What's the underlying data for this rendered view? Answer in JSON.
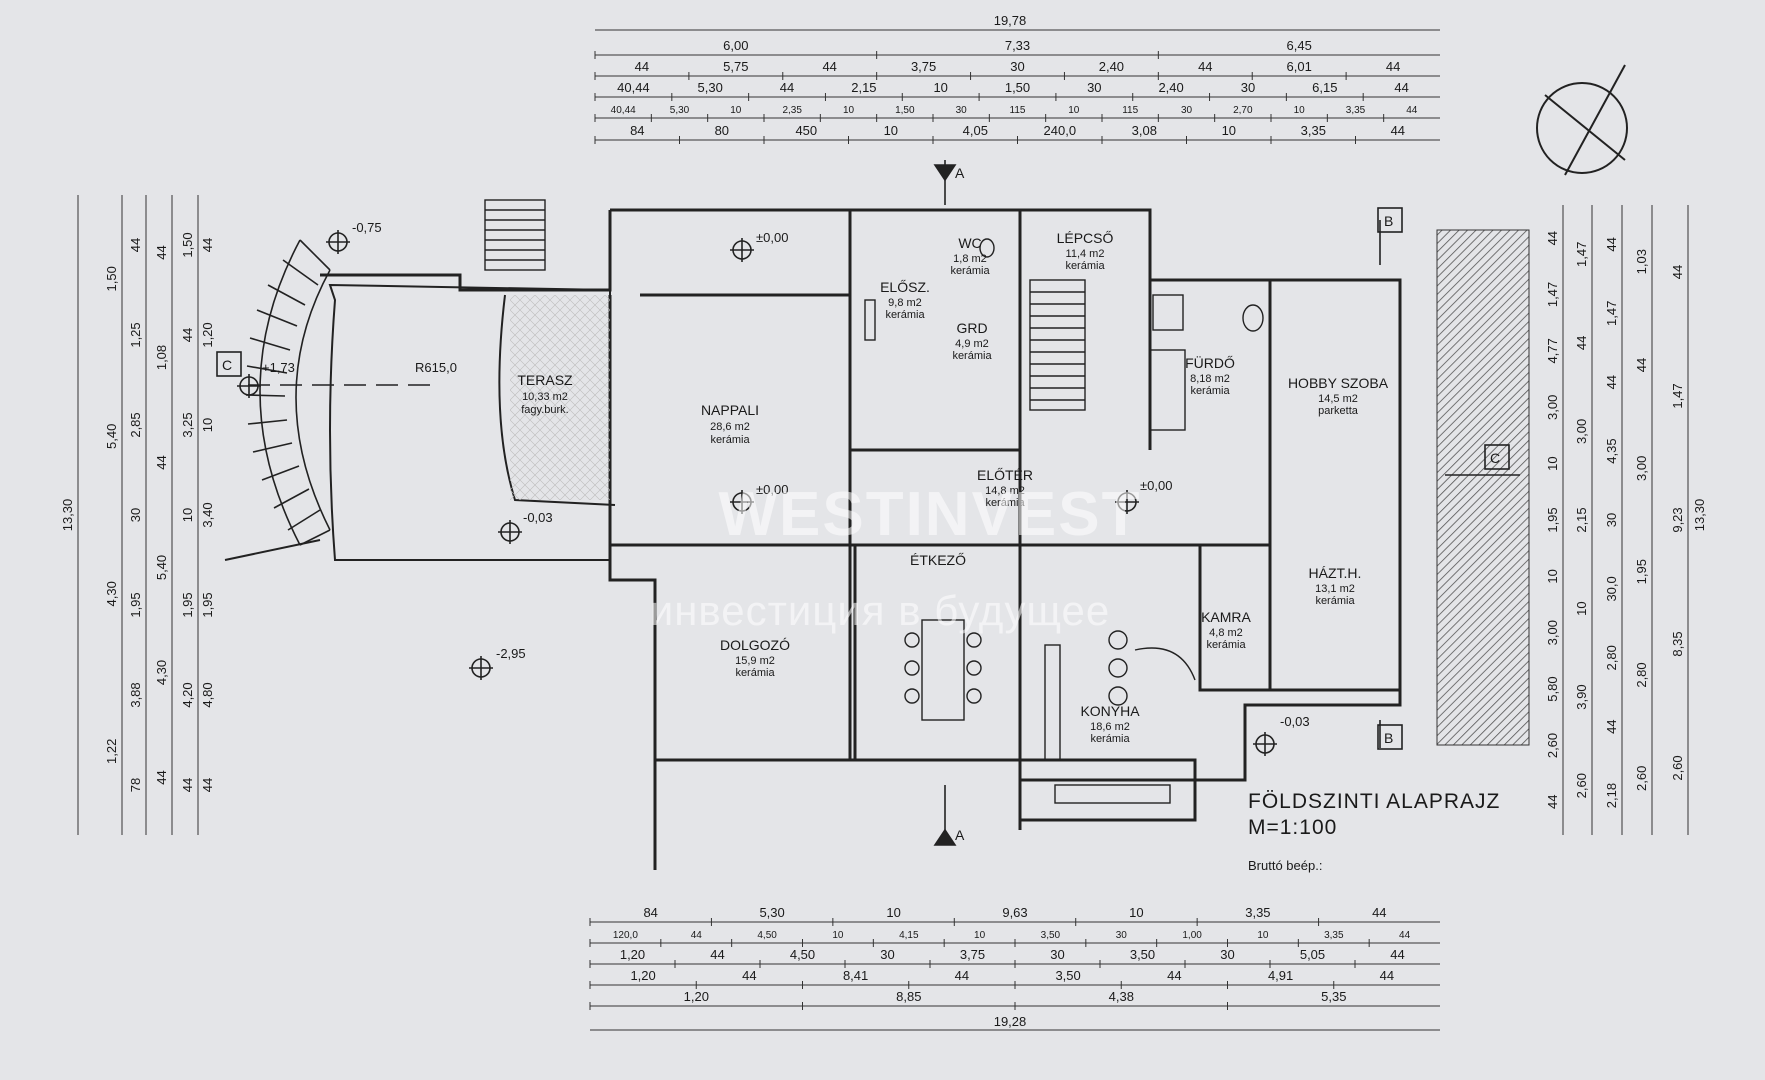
{
  "title": "FÖLDSZINTI ALAPRAJZ",
  "scale": "M=1:100",
  "footnote": "Bruttó beép.:",
  "watermark": {
    "brand": "WESTINVEST",
    "slogan": "инвестиция в будущее"
  },
  "rooms": [
    {
      "name": "TERASZ",
      "area": "10,33 m2",
      "floor": "fagy.burk."
    },
    {
      "name": "NAPPALI",
      "area": "28,6 m2",
      "floor": "kerámia"
    },
    {
      "name": "ELŐSZ.",
      "area": "9,8 m2",
      "floor": "kerámia"
    },
    {
      "name": "WC",
      "area": "1,8 m2",
      "floor": "kerámia"
    },
    {
      "name": "GRD",
      "area": "4,9 m2",
      "floor": "kerámia"
    },
    {
      "name": "LÉPCSŐ",
      "area": "11,4 m2",
      "floor": "kerámia"
    },
    {
      "name": "FÜRDŐ",
      "area": "8,18 m2",
      "floor": "kerámia"
    },
    {
      "name": "HOBBY SZOBA",
      "area": "14,5 m2",
      "floor": "parketta"
    },
    {
      "name": "ELŐTÉR",
      "area": "14,8 m2",
      "floor": "kerámia"
    },
    {
      "name": "ÉTKEZŐ",
      "area": "",
      "floor": ""
    },
    {
      "name": "HÁZT.H.",
      "area": "13,1 m2",
      "floor": "kerámia"
    },
    {
      "name": "KAMRA",
      "area": "4,8 m2",
      "floor": "kerámia"
    },
    {
      "name": "DOLGOZÓ",
      "area": "15,9 m2",
      "floor": "kerámia"
    },
    {
      "name": "KONYHA",
      "area": "18,6 m2",
      "floor": "kerámia"
    }
  ],
  "levels": [
    "-0,75",
    "±0,00",
    "+1,73",
    "-0,03",
    "±0,00",
    "±0,00",
    "-2,95",
    "-0,03"
  ],
  "section_marks": [
    "A",
    "A",
    "B",
    "B",
    "C",
    "C"
  ],
  "radius_label": "R615,0",
  "dims": {
    "top_total": "19,78",
    "top": [
      [
        "6,00",
        "7,33",
        "6,45"
      ],
      [
        "44",
        "5,75",
        "44",
        "3,75",
        "30",
        "2,40",
        "44",
        "6,01",
        "44"
      ],
      [
        "40,44",
        "5,30",
        "44",
        "2,15",
        "10",
        "1,50",
        "30",
        "2,40",
        "30",
        "6,15",
        "44"
      ],
      [
        "40,44",
        "5,30",
        "10",
        "2,35",
        "10",
        "1,50",
        "30",
        "115",
        "10",
        "115",
        "30",
        "2,70",
        "10",
        "3,35",
        "44"
      ],
      [
        "84",
        "80",
        "450",
        "10",
        "4,05",
        "240,0",
        "3,08",
        "10",
        "3,35",
        "44"
      ]
    ],
    "bottom": [
      [
        "84",
        "5,30",
        "10",
        "9,63",
        "10",
        "3,35",
        "44"
      ],
      [
        "120,0",
        "44",
        "4,50",
        "10",
        "4,15",
        "10",
        "3,50",
        "30",
        "1,00",
        "10",
        "3,35",
        "44"
      ],
      [
        "1,20",
        "44",
        "4,50",
        "30",
        "3,75",
        "30",
        "3,50",
        "30",
        "5,05",
        "44"
      ],
      [
        "1,20",
        "44",
        "8,41",
        "44",
        "3,50",
        "44",
        "4,91",
        "44"
      ],
      [
        "1,20",
        "8,85",
        "4,38",
        "5,35"
      ]
    ],
    "bottom_total": "19,28",
    "left_total": "13,30",
    "left": [
      [
        "1,50",
        "5,40",
        "4,30",
        "1,22"
      ],
      [
        "44",
        "1,25",
        "2,85",
        "30",
        "1,95",
        "3,88",
        "78"
      ],
      [
        "44",
        "1,08",
        "44",
        "5,40",
        "4,30",
        "44"
      ],
      [
        "1,50",
        "44",
        "3,25",
        "10",
        "1,95",
        "4,20",
        "44"
      ],
      [
        "44",
        "1,20",
        "10",
        "3,40",
        "1,95",
        "4,80",
        "44"
      ]
    ],
    "right_total": "13,30",
    "right": [
      [
        "44",
        "1,47",
        "4,77",
        "3,00",
        "10",
        "1,95",
        "10",
        "3,00",
        "5,80",
        "2,60",
        "44"
      ],
      [
        "1,47",
        "44",
        "3,00",
        "2,15",
        "10",
        "3,90",
        "2,60"
      ],
      [
        "44",
        "1,47",
        "44",
        "4,35",
        "30",
        "30,0",
        "2,80",
        "44",
        "2,18"
      ],
      [
        "1,03",
        "44",
        "3,00",
        "1,95",
        "2,80",
        "2,60"
      ],
      [
        "44",
        "1,47",
        "9,23",
        "8,35",
        "2,60"
      ]
    ]
  }
}
